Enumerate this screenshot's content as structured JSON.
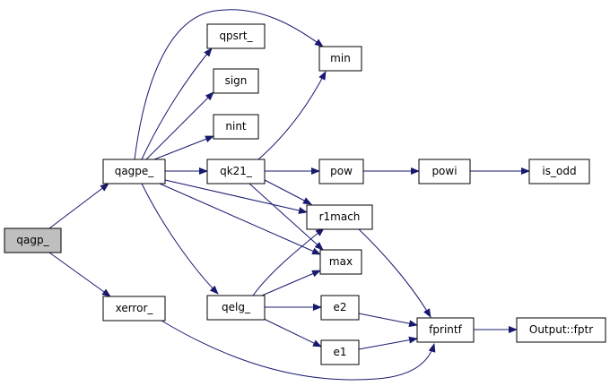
{
  "colors": {
    "edge": "#191970",
    "root_fill": "#bfbfbf",
    "node_fill": "#ffffff",
    "node_stroke": "#000000"
  },
  "nodes": {
    "qagp": "qagp_",
    "qagpe": "qagpe_",
    "xerror": "xerror_",
    "qpsrt": "qpsrt_",
    "sign": "sign",
    "nint": "nint",
    "min": "min",
    "qk21": "qk21_",
    "qelg": "qelg_",
    "pow": "pow",
    "powi": "powi",
    "is_odd": "is_odd",
    "r1mach": "r1mach",
    "max": "max",
    "e2": "e2",
    "e1": "e1",
    "fprintf": "fprintf",
    "fptr": "Output::fptr"
  },
  "edges": [
    [
      "qagp",
      "qagpe"
    ],
    [
      "qagp",
      "xerror"
    ],
    [
      "qagpe",
      "min"
    ],
    [
      "qagpe",
      "qpsrt"
    ],
    [
      "qagpe",
      "sign"
    ],
    [
      "qagpe",
      "nint"
    ],
    [
      "qagpe",
      "qk21"
    ],
    [
      "qagpe",
      "r1mach"
    ],
    [
      "qagpe",
      "max"
    ],
    [
      "qagpe",
      "qelg"
    ],
    [
      "qk21",
      "min"
    ],
    [
      "qk21",
      "pow"
    ],
    [
      "qk21",
      "r1mach"
    ],
    [
      "qk21",
      "max"
    ],
    [
      "pow",
      "powi"
    ],
    [
      "powi",
      "is_odd"
    ],
    [
      "qelg",
      "r1mach"
    ],
    [
      "qelg",
      "max"
    ],
    [
      "qelg",
      "e2"
    ],
    [
      "qelg",
      "e1"
    ],
    [
      "r1mach",
      "fprintf"
    ],
    [
      "e2",
      "fprintf"
    ],
    [
      "e1",
      "fprintf"
    ],
    [
      "xerror",
      "fprintf"
    ],
    [
      "fprintf",
      "fptr"
    ]
  ]
}
